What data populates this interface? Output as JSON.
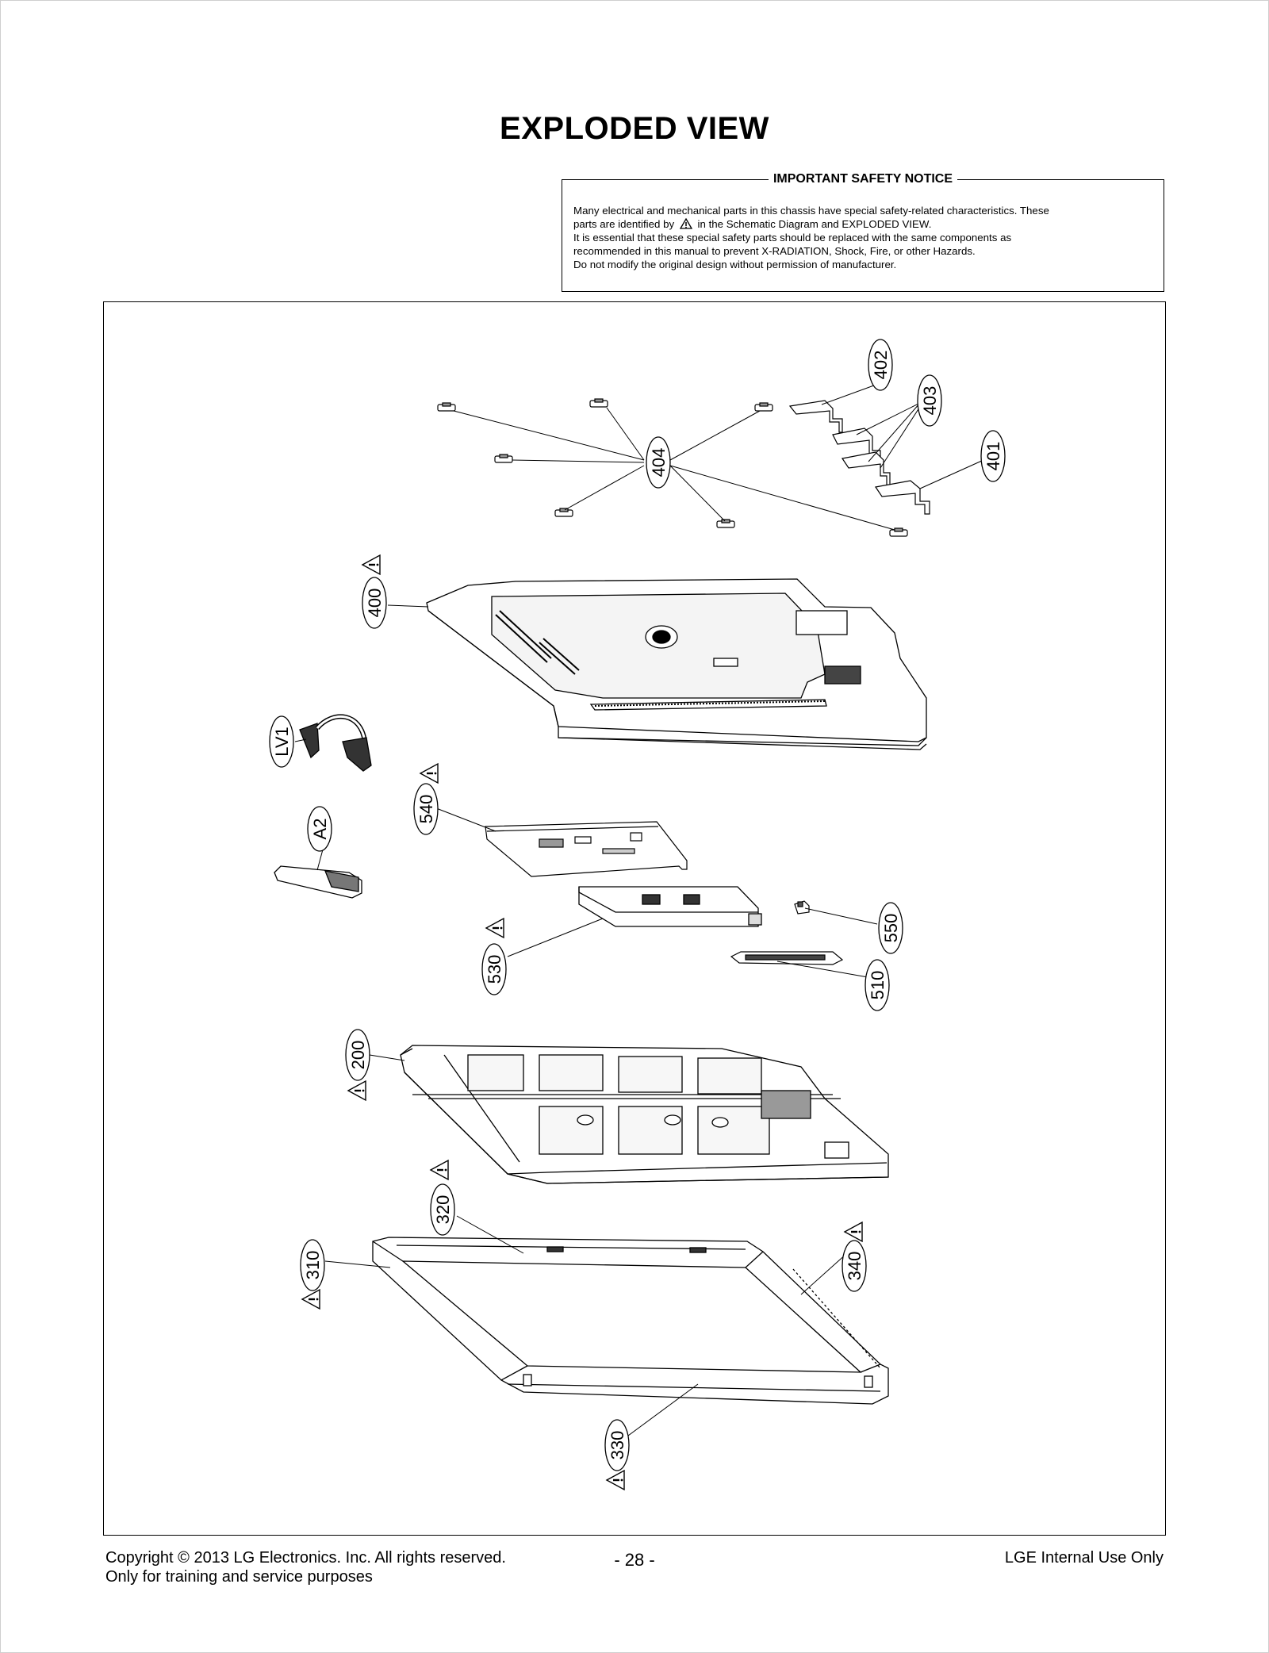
{
  "page": {
    "title": "EXPLODED VIEW"
  },
  "notice": {
    "title": "IMPORTANT SAFETY NOTICE",
    "line1": "Many electrical and mechanical parts in this chassis have special safety-related characteristics. These",
    "line2a": "parts are identified by",
    "line2b": "in the Schematic Diagram and EXPLODED VIEW.",
    "line3": "It is essential that these special safety parts should be replaced with the same components as",
    "line4": "recommended in this manual to prevent X-RADIATION, Shock, Fire, or other Hazards.",
    "line5": "Do not modify the original design without permission of manufacturer."
  },
  "callouts": {
    "c402": "402",
    "c403": "403",
    "c401": "401",
    "c404": "404",
    "c400": "400",
    "cLV1": "LV1",
    "c540": "540",
    "cA2": "A2",
    "c530": "530",
    "c550": "550",
    "c510": "510",
    "c200": "200",
    "c320": "320",
    "c310": "310",
    "c340": "340",
    "c330": "330"
  },
  "footer": {
    "copyright": "Copyright  © 2013  LG Electronics. Inc. All rights reserved.",
    "purpose": "Only for training and service purposes",
    "page_number": "- 28 -",
    "internal": "LGE Internal Use Only"
  }
}
